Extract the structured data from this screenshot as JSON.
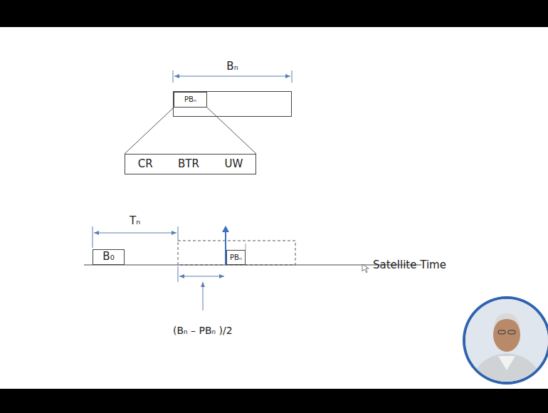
{
  "diagram": {
    "nodes": [
      {
        "text": [
          "Bₙ"
        ]
      },
      {
        "text": [
          "PBₙ"
        ],
        "in": 0
      },
      {
        "text": [
          "CR",
          "BTR",
          "UW"
        ]
      },
      {
        "text": [
          "B₀"
        ]
      },
      {
        "text": [
          "PBₙ"
        ]
      }
    ],
    "edges": [
      {
        "from": 1,
        "to": 2,
        "arrow": "none"
      }
    ],
    "labels": [
      "Tₙ",
      "(Bₙ – PBₙ )/2",
      "Satellite Time"
    ]
  }
}
